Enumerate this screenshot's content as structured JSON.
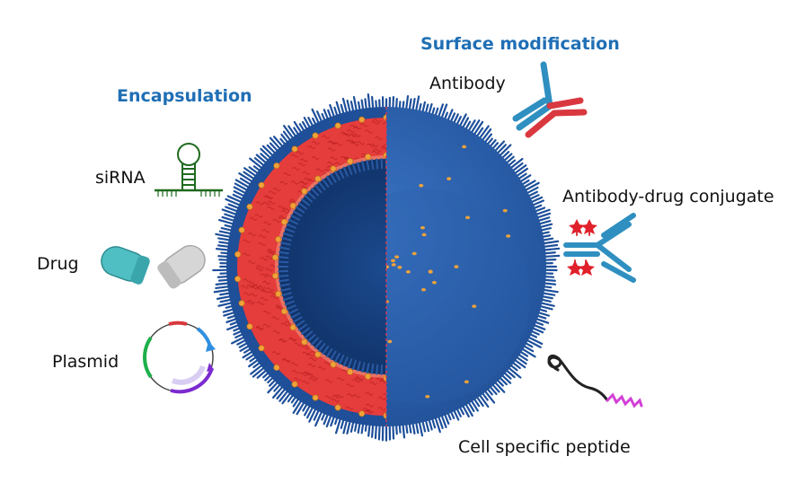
{
  "headings": {
    "encapsulation": "Encapsulation",
    "surface_modification": "Surface modification"
  },
  "labels": {
    "sirna": "siRNA",
    "drug": "Drug",
    "plasmid": "Plasmid",
    "antibody": "Antibody",
    "adc": "Antibody-drug conjugate",
    "peptide": "Cell specific peptide"
  },
  "colors": {
    "heading": "#1f6fb5",
    "bilayer_red": "#e53c3c",
    "core_dark_blue": "#123a78",
    "surface_blue": "#2d63b3",
    "spike_blue": "#1d4f9a",
    "antibody_blue": "#2f8fc0",
    "antibody_red": "#d9383f",
    "drug_red": "#e0202a",
    "capsule_teal": "#4fbfc4",
    "capsule_grey": "#d6d6d6",
    "sirna_green": "#1f6a1f",
    "peptide_magenta": "#d23fd6",
    "lipid_head_orange": "#f0a23a"
  }
}
